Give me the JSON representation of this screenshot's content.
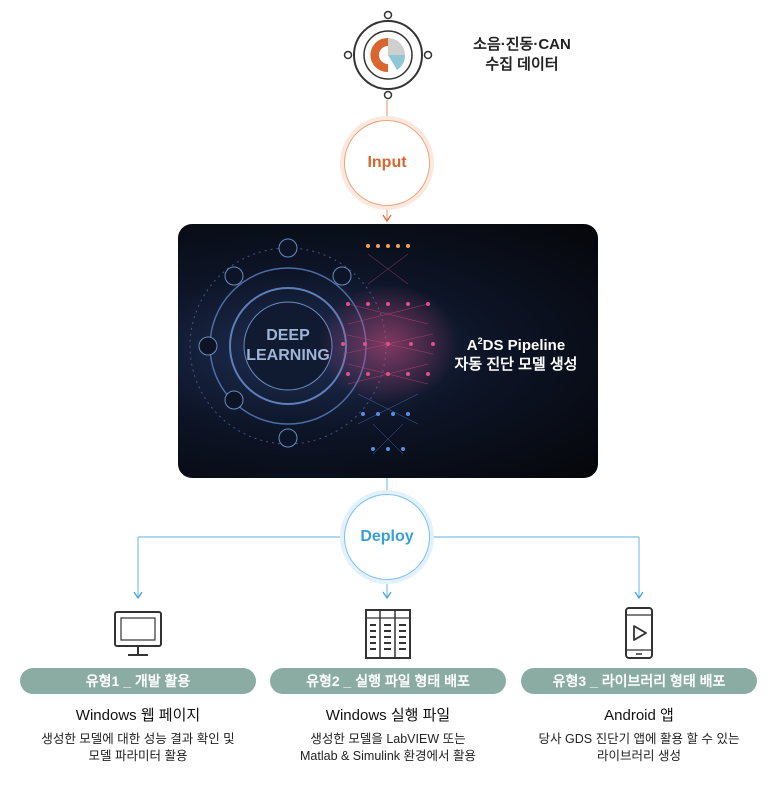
{
  "source": {
    "label_line1": "소음·진동·CAN",
    "label_line2": "수집 데이터"
  },
  "input": {
    "label": "Input"
  },
  "pipeline": {
    "hero_text_line1_prefix": "A",
    "hero_text_line1_sup": "2",
    "hero_text_line1_suffix": "DS Pipeline",
    "hero_text_line2": "자동 진단 모델 생성",
    "image_text_line1": "DEEP",
    "image_text_line2": "LEARNING"
  },
  "deploy": {
    "label": "Deploy"
  },
  "types": [
    {
      "pill": "유형1 _ 개발 활용",
      "title": "Windows 웹 페이지",
      "desc_line1": "생성한 모델에 대한 성능 결과 확인 및",
      "desc_line2": "모델 파라미터 활용",
      "icon": "monitor-icon"
    },
    {
      "pill": "유형2 _ 실행 파일 형태 배포",
      "title": "Windows 실행 파일",
      "desc_line1": "생성한 모델을 LabVIEW 또는",
      "desc_line2": "Matlab & Simulink 환경에서 활용",
      "icon": "server-rack-icon"
    },
    {
      "pill": "유형3 _ 라이브러리 형태 배포",
      "title": "Android 앱",
      "desc_line1": "당사 GDS 진단기 앱에 활용 할 수 있는",
      "desc_line2": "라이브러리 생성",
      "icon": "android-phone-icon"
    }
  ],
  "colors": {
    "input_accent": "#d9652f",
    "deploy_accent": "#3a9fd8",
    "pill_bg": "#8aaca3",
    "connector": "#7ec0ea"
  }
}
